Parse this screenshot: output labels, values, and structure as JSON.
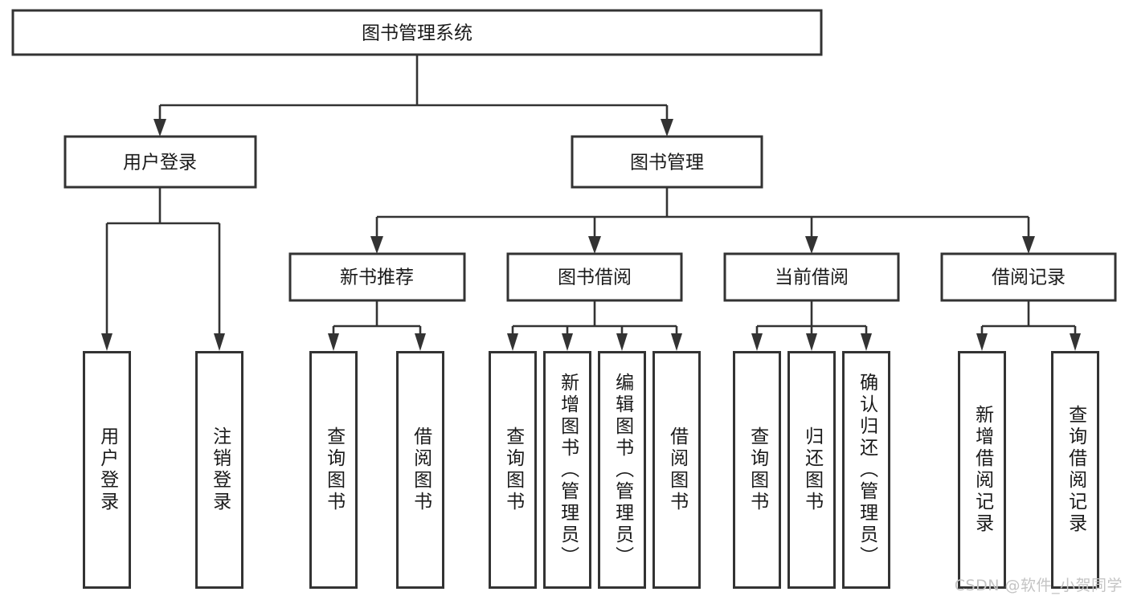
{
  "diagram": {
    "type": "tree",
    "title": "图书管理系统",
    "root": {
      "id": "root",
      "label": "图书管理系统"
    },
    "level2": [
      {
        "id": "user-login",
        "label": "用户登录"
      },
      {
        "id": "book-manage",
        "label": "图书管理"
      }
    ],
    "level3": [
      {
        "id": "new-book-recommend",
        "label": "新书推荐"
      },
      {
        "id": "book-borrow",
        "label": "图书借阅"
      },
      {
        "id": "current-borrow",
        "label": "当前借阅"
      },
      {
        "id": "borrow-record",
        "label": "借阅记录"
      }
    ],
    "leaves": {
      "user_login": [
        {
          "id": "leaf-user-login",
          "label": "用户登录"
        },
        {
          "id": "leaf-user-logout",
          "label": "注销登录"
        }
      ],
      "new_book_recommend": [
        {
          "id": "leaf-query-book-1",
          "label": "查询图书"
        },
        {
          "id": "leaf-borrow-book-1",
          "label": "借阅图书"
        }
      ],
      "book_borrow": [
        {
          "id": "leaf-query-book-2",
          "label": "查询图书"
        },
        {
          "id": "leaf-add-book",
          "label": "新增图书（管理员）"
        },
        {
          "id": "leaf-edit-book",
          "label": "编辑图书（管理员）"
        },
        {
          "id": "leaf-borrow-book-2",
          "label": "借阅图书"
        }
      ],
      "current_borrow": [
        {
          "id": "leaf-query-book-3",
          "label": "查询图书"
        },
        {
          "id": "leaf-return-book",
          "label": "归还图书"
        },
        {
          "id": "leaf-confirm-return",
          "label": "确认归还（管理员）"
        }
      ],
      "borrow_record": [
        {
          "id": "leaf-add-record",
          "label": "新增借阅记录"
        },
        {
          "id": "leaf-query-record",
          "label": "查询借阅记录"
        }
      ]
    },
    "colors": {
      "stroke": "#333333",
      "fill": "#ffffff",
      "text": "#1a1a1a",
      "watermark": "#c4c4c4"
    }
  },
  "watermark": {
    "text": "CSDN @软件_小贺同学"
  }
}
